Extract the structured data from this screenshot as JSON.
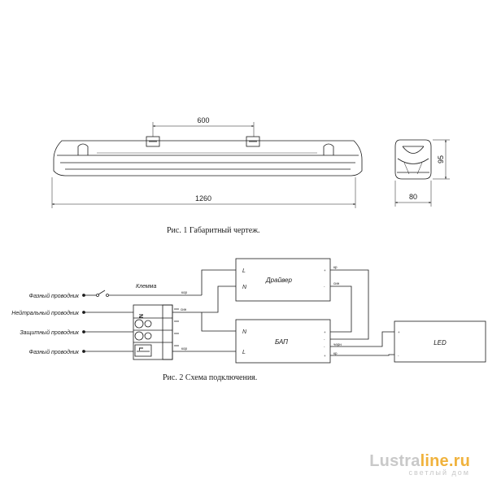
{
  "fig1": {
    "caption": "Рис. 1  Габаритный чертеж.",
    "dims": {
      "mount_spacing": "600",
      "length": "1260",
      "height": "95",
      "width": "80"
    }
  },
  "fig2": {
    "caption": "Рис. 2  Схема подключения.",
    "wire_labels": {
      "phase_top": "Фазный проводник",
      "neutral": "Нейтральный проводник",
      "ground": "Защитный проводник",
      "phase_bottom": "Фазный проводник",
      "terminal": "Клемма"
    },
    "wire_colors": {
      "kor_top": "кор",
      "sin": "син",
      "kor_bottom": "кор"
    },
    "terminal_letters": {
      "n": "N",
      "l": "L"
    },
    "driver": {
      "name": "Драйвер",
      "in_l": "L",
      "in_n": "N",
      "out_plus": "+",
      "out_minus": "-",
      "out_plus_wire": "кр",
      "out_minus_wire": "син"
    },
    "bap": {
      "name": "БАП",
      "in_n": "N",
      "in_l": "L",
      "p1": "+",
      "p2": "-",
      "p3": "-",
      "p4": "+",
      "w3": "черн",
      "w4": "кр"
    },
    "led": {
      "name": "LED",
      "plus": "+",
      "minus": "-"
    }
  },
  "watermark": {
    "brand_a": "Lustra",
    "brand_b": "line.ru",
    "tagline": "светлый дом"
  },
  "colors": {
    "line": "#1a1a1a",
    "watermark": "#c9c9c9",
    "watermark_accent": "#f0b23c"
  }
}
